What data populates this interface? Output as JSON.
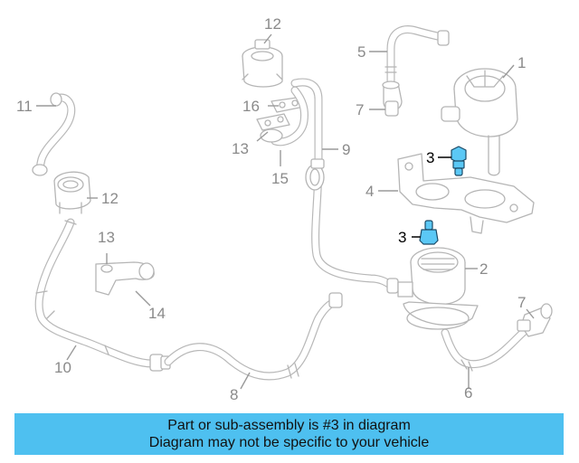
{
  "diagram": {
    "callouts": {
      "c1": "1",
      "c2": "2",
      "c3a": "3",
      "c3b": "3",
      "c4": "4",
      "c5": "5",
      "c6": "6",
      "c7a": "7",
      "c7b": "7",
      "c8": "8",
      "c9": "9",
      "c10": "10",
      "c11": "11",
      "c12a": "12",
      "c12b": "12",
      "c13a": "13",
      "c13b": "13",
      "c14": "14",
      "c15": "15",
      "c16": "16"
    },
    "highlighted_part": "3",
    "colors": {
      "highlight": "#5bc8f5",
      "banner": "#4ec0f0",
      "line_art": "#b5b5b5"
    }
  },
  "banner": {
    "line1": "Part or sub-assembly is #3 in diagram",
    "line2": "Diagram may not be specific to your vehicle"
  }
}
